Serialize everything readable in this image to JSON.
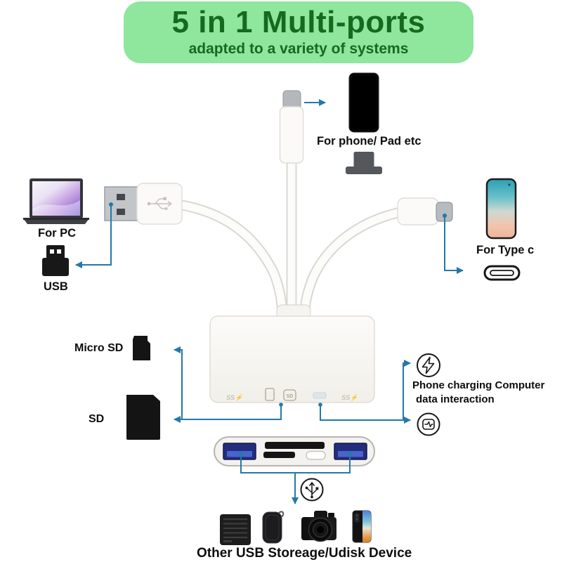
{
  "colors": {
    "background": "#ffffff",
    "banner_bg": "#8fe69d",
    "banner_text": "#156a1e",
    "arrow_blue": "#2379a7",
    "usb_port_blue": "#232d7d",
    "device_black": "#161616"
  },
  "banner": {
    "title": "5 in 1 Multi-ports",
    "subtitle": "adapted to a variety of systems"
  },
  "callouts": {
    "phone": {
      "label": "For phone/ Pad etc"
    },
    "pc": {
      "label": "For PC",
      "connector_label": "USB"
    },
    "type_c": {
      "label": "For Type c"
    },
    "micro_sd": {
      "label": "Micro SD"
    },
    "sd": {
      "label": "SD"
    },
    "charging": {
      "line1": "Phone charging Computer",
      "line2": "data interaction"
    },
    "bottom": {
      "label": "Other USB Storeage/Udisk Device"
    }
  },
  "hub": {
    "ss_marking_left": "SS⚡",
    "sd_marking": "SD",
    "ss_marking_right": "SS⚡"
  },
  "icons": {
    "charging": "lightning-bolt-circle",
    "data": "activity-circle",
    "usb": "usb-trident-circle",
    "type_c_port": "usb-c-oval"
  }
}
